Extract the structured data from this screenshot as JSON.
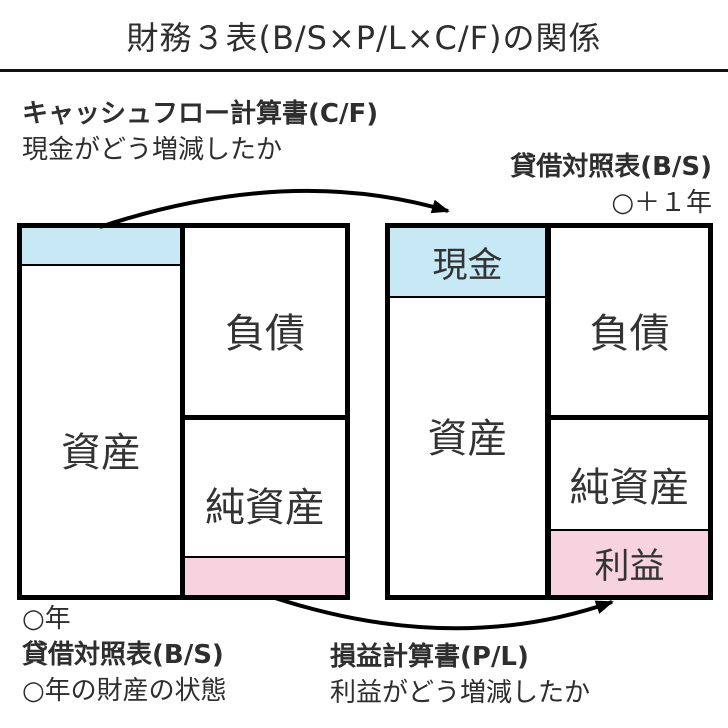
{
  "page": {
    "title": "財務３表(B/S×P/L×C/F)の関係"
  },
  "colors": {
    "cash_highlight": "#c7e9f6",
    "profit_highlight": "#f6d3df"
  },
  "cf_block": {
    "heading": "キャッシュフロー計算書(C/F)",
    "description": "現金がどう増減したか"
  },
  "bs_next_block": {
    "heading": "貸借対照表(B/S)",
    "year": "○＋１年"
  },
  "bs_current_block": {
    "year": "○年",
    "heading": "貸借対照表(B/S)",
    "description": "○年の財産の状態"
  },
  "pl_block": {
    "heading": "損益計算書(P/L)",
    "description": "利益がどう増減したか"
  },
  "left_sheet": {
    "assets": "資産",
    "liabilities": "負債",
    "net_assets": "純資産"
  },
  "right_sheet": {
    "cash": "現金",
    "assets": "資産",
    "liabilities": "負債",
    "net_assets": "純資産",
    "profit": "利益"
  }
}
